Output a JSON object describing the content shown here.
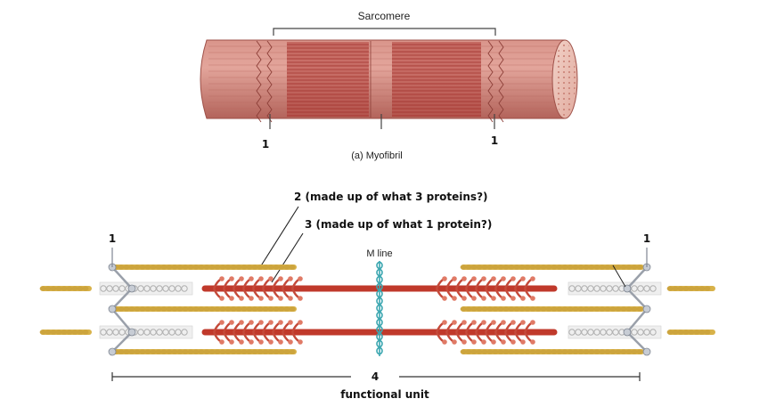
{
  "top_diagram": {
    "sarcomere_label": "Sarcomere",
    "z_line_left": "1",
    "z_line_right": "1",
    "caption": "(a) Myofibril"
  },
  "bottom_diagram": {
    "label_thin": "2 (made up of what 3 proteins?)",
    "label_thick": "3 (made up of what 1 protein?)",
    "m_line": "M line",
    "z_disc_left": "1",
    "z_disc_right": "1",
    "unit_number": "4",
    "unit_caption": "functional unit"
  },
  "colors": {
    "myofibril_fill": "#c97a70",
    "myosin": "#c0392b",
    "actin": "#d8b24a",
    "titin": "#b0b0b0",
    "m_line": "#3aa6b0",
    "z_disc": "#9aa0aa"
  }
}
